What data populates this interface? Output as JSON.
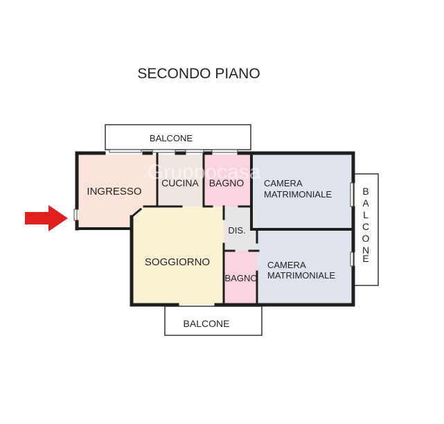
{
  "title": "SECONDO PIANO",
  "watermark": "Gruppocasa",
  "colors": {
    "ingresso": "#fbe4da",
    "cucina": "#efe5df",
    "bagno": "#fad3df",
    "camera": "#dee3ec",
    "dis": "#e5e5e5",
    "soggiorno": "#fbf1d3",
    "wall": "#1e1e1e",
    "arrow": "#e02020"
  },
  "rooms": {
    "ingresso": "INGRESSO",
    "cucina": "CUCINA",
    "bagno_top": "BAGNO",
    "camera_top_1": "CAMERA",
    "camera_top_2": "MATRIMONIALE",
    "dis": "DIS.",
    "soggiorno": "SOGGIORNO",
    "bagno_bottom": "BAGNO",
    "camera_bottom_1": "CAMERA",
    "camera_bottom_2": "MATRIMONIALE"
  },
  "balconies": {
    "top": "BALCONE",
    "bottom": "BALCONE",
    "right_letters": [
      "B",
      "A",
      "L",
      "C",
      "O",
      "N",
      "E"
    ]
  },
  "entry_arrow_icon": "arrow-right-icon"
}
